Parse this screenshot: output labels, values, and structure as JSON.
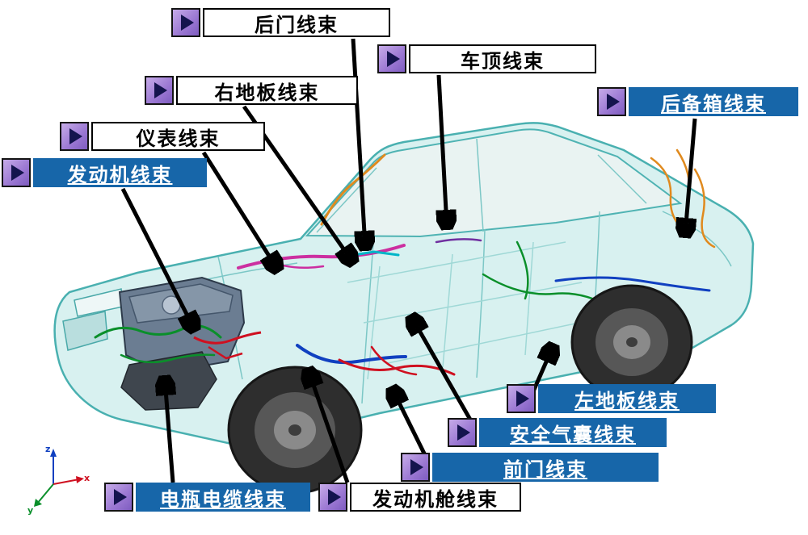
{
  "labels": [
    {
      "id": "rear-door",
      "text": "后门线束",
      "style": "white"
    },
    {
      "id": "roof",
      "text": "车顶线束",
      "style": "white"
    },
    {
      "id": "right-floor",
      "text": "右地板线束",
      "style": "white"
    },
    {
      "id": "instrument",
      "text": "仪表线束",
      "style": "white"
    },
    {
      "id": "engine",
      "text": "发动机线束",
      "style": "blue"
    },
    {
      "id": "trunk",
      "text": "后备箱线束",
      "style": "blue"
    },
    {
      "id": "left-floor",
      "text": "左地板线束",
      "style": "blue"
    },
    {
      "id": "airbag",
      "text": "安全气囊线束",
      "style": "blue"
    },
    {
      "id": "front-door",
      "text": "前门线束",
      "style": "blue"
    },
    {
      "id": "battery-cable",
      "text": "电瓶电缆线束",
      "style": "blue"
    },
    {
      "id": "engine-bay",
      "text": "发动机舱线束",
      "style": "white"
    }
  ],
  "axis": {
    "x": "x",
    "y": "y",
    "z": "z"
  },
  "colors": {
    "label_blue": "#1766a9",
    "icon_purple": "#9a77d2",
    "car_body": "#d8f1f0",
    "arrow_black": "#000000"
  }
}
